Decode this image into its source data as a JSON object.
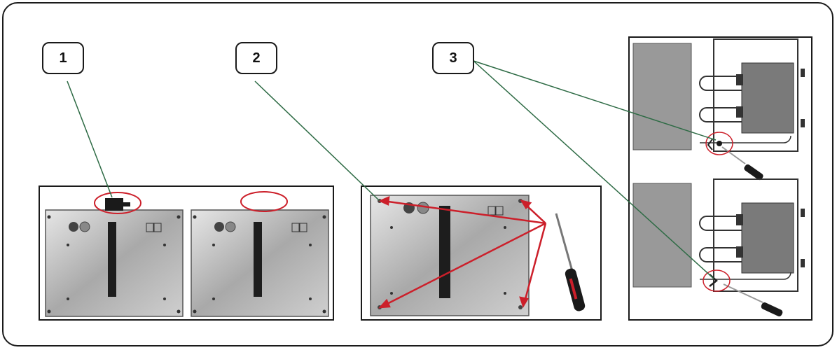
{
  "callouts": [
    {
      "label": "1"
    },
    {
      "label": "2"
    },
    {
      "label": "3"
    }
  ],
  "colors": {
    "leader_line": "#2e6b45",
    "highlight": "#cc1f2a",
    "plate_light": "#d9d9d9",
    "plate_dark": "#8c8c8c",
    "border": "#1a1a1a"
  }
}
